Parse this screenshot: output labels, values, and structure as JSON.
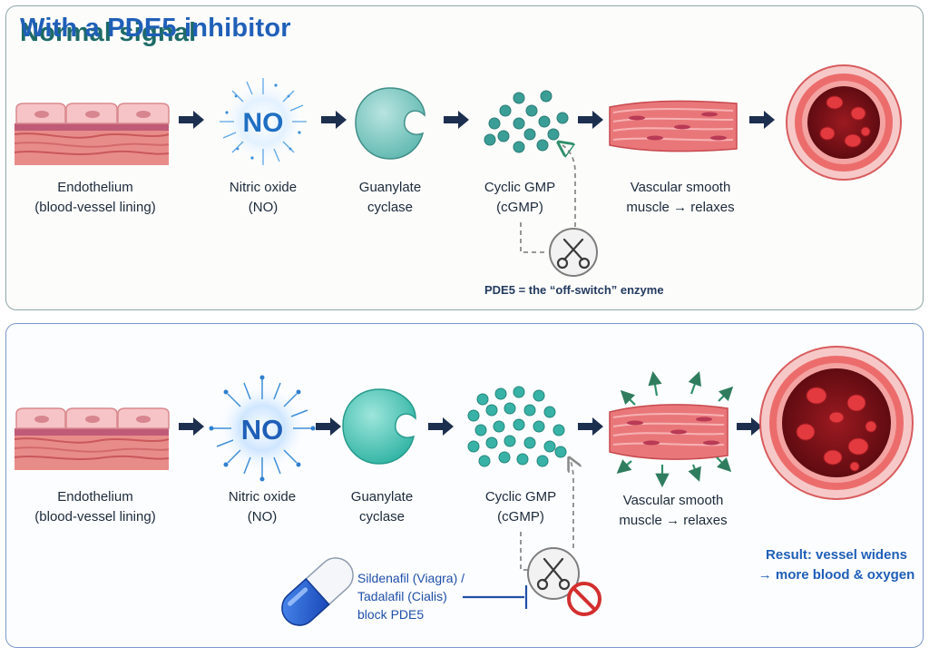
{
  "normal": {
    "title": "Normal signal",
    "steps": {
      "endothelium": {
        "line1": "Endothelium",
        "line2": "(blood-vessel lining)"
      },
      "no": {
        "line1": "Nitric oxide",
        "line2": "(NO)",
        "icon_text": "NO"
      },
      "gc": {
        "line1": "Guanylate",
        "line2": "cyclase"
      },
      "cgmp": {
        "line1": "Cyclic GMP",
        "line2": "(cGMP)"
      },
      "muscle": {
        "line1": "Vascular smooth",
        "line2": "muscle → relaxes"
      }
    },
    "pde5_note": "PDE5 = the “off-switch” enzyme"
  },
  "inhibitor": {
    "title": "With a PDE5 inhibitor",
    "steps": {
      "endothelium": {
        "line1": "Endothelium",
        "line2": "(blood-vessel lining)"
      },
      "no": {
        "line1": "Nitric oxide",
        "line2": "(NO)",
        "icon_text": "NO"
      },
      "gc": {
        "line1": "Guanylate",
        "line2": "cyclase"
      },
      "cgmp": {
        "line1": "Cyclic GMP",
        "line2": "(cGMP)"
      },
      "muscle": {
        "line1": "Vascular smooth",
        "line2": "muscle → relaxes"
      }
    },
    "drug": {
      "line1": "Sildenafil (Viagra) /",
      "line2": "Tadalafil (Cialis)",
      "line3": "block PDE5"
    },
    "result": {
      "line1": "Result: vessel widens",
      "line2": "→ more blood & oxygen"
    }
  },
  "colors": {
    "normal_title": "#1e6b68",
    "inhibitor_title": "#1f5fb8",
    "arrow": "#1d2f4f",
    "cgmp_teal": "#3a9e96",
    "enzyme_teal": "#7ec9c3",
    "vessel_red": "#e9605f",
    "blood_dark": "#7a1218",
    "block_red": "#d32f2f"
  },
  "icons": [
    "endothelium-icon",
    "nitric-oxide-burst-icon",
    "guanylate-cyclase-icon",
    "cgmp-molecules-icon",
    "smooth-muscle-icon",
    "vessel-cross-section-icon",
    "scissors-icon",
    "no-entry-icon",
    "pill-capsule-icon"
  ]
}
